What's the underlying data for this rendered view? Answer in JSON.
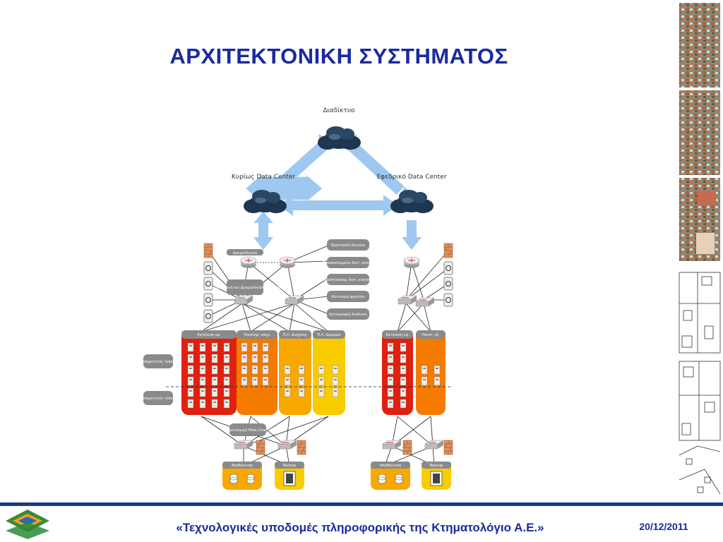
{
  "slide": {
    "title": "ΑΡΧΙΤΕΚΤΟΝΙΚΗ ΣΥΣΤΗΜΑΤΟΣ",
    "footer_text": "«Τεχνολογικές υποδομές πληροφορικής της Κτηματολόγιο Α.Ε.»",
    "date": "20/12/2011"
  },
  "diagram": {
    "internet_label": "Διαδίκτυο",
    "primary_dc_label": "Κυρίως Data Center",
    "backup_dc_label": "Εφεδρικό Data Center",
    "routing_label": "Δρομολόγηση",
    "switching_label": "Διαμεταγωγή και Δρομολόγηση Ethernet",
    "right_labels": [
      "Προστασία δικτύου",
      "Προσκαλυμμένη δικτ. κίνηση",
      "Κρυπτ/σύνοψ. δικτ. κίνησης",
      "Κατανομή φορτίου",
      "Καταγραφή/ Ανάλυση"
    ],
    "primary_groups": [
      "Εκτέλεση εφ.",
      "Υποστηρ. υπηρ.",
      "Π.Λ. Διαχ/σης",
      "Π.Λ. Δοκιμών"
    ],
    "backup_groups": [
      "Εκτέλεση εφ.",
      "Υποστ. εξ."
    ],
    "server_type_b": "Εξυπηρετητές τύπου Β",
    "server_type_a": "Εξυπηρετητές τύπου Α",
    "fc_label": "Διαμεταγωγή Fibre Channel",
    "storage_label": "Αποθήκευση",
    "backup_label": "Backup"
  },
  "colors": {
    "title": "#1a2aa0",
    "arrow": "#9ec8f0",
    "cloud": "#1e3650",
    "red_group": "#e02010",
    "orange_group": "#f57a00",
    "amber_group": "#f9a800",
    "yellow_group": "#f9cc00",
    "footer_bar": "#1b3b82"
  }
}
